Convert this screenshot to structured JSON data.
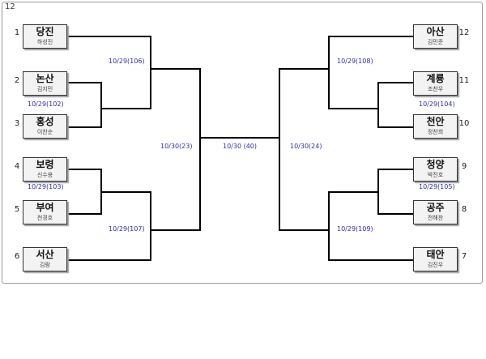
{
  "corner_label": "12",
  "teams": [
    {
      "seed": "1",
      "name": "당진",
      "player": "하성진"
    },
    {
      "seed": "2",
      "name": "논산",
      "player": "김지민"
    },
    {
      "seed": "3",
      "name": "홍성",
      "player": "이찬순"
    },
    {
      "seed": "4",
      "name": "보령",
      "player": "신수용"
    },
    {
      "seed": "5",
      "name": "부여",
      "player": "천경호"
    },
    {
      "seed": "6",
      "name": "서산",
      "player": "김람"
    },
    {
      "seed": "12",
      "name": "아산",
      "player": "김민준"
    },
    {
      "seed": "11",
      "name": "계룡",
      "player": "조찬우"
    },
    {
      "seed": "10",
      "name": "천안",
      "player": "정찬희"
    },
    {
      "seed": "9",
      "name": "청양",
      "player": "박진호"
    },
    {
      "seed": "8",
      "name": "공주",
      "player": "전해찬"
    },
    {
      "seed": "7",
      "name": "태안",
      "player": "김진우"
    }
  ],
  "matches": {
    "m102": "10/29(102)",
    "m103": "10/29(103)",
    "m104": "10/29(104)",
    "m105": "10/29(105)",
    "m106": "10/29(106)",
    "m107": "10/29(107)",
    "m108": "10/29(108)",
    "m109": "10/29(109)",
    "sf_left": "10/30(23)",
    "sf_right": "10/30(24)",
    "final": "10/30 (40)"
  },
  "colors": {
    "match_label": "#2b2bb8",
    "line": "#000000",
    "box_bg": "#f3f3f3"
  }
}
